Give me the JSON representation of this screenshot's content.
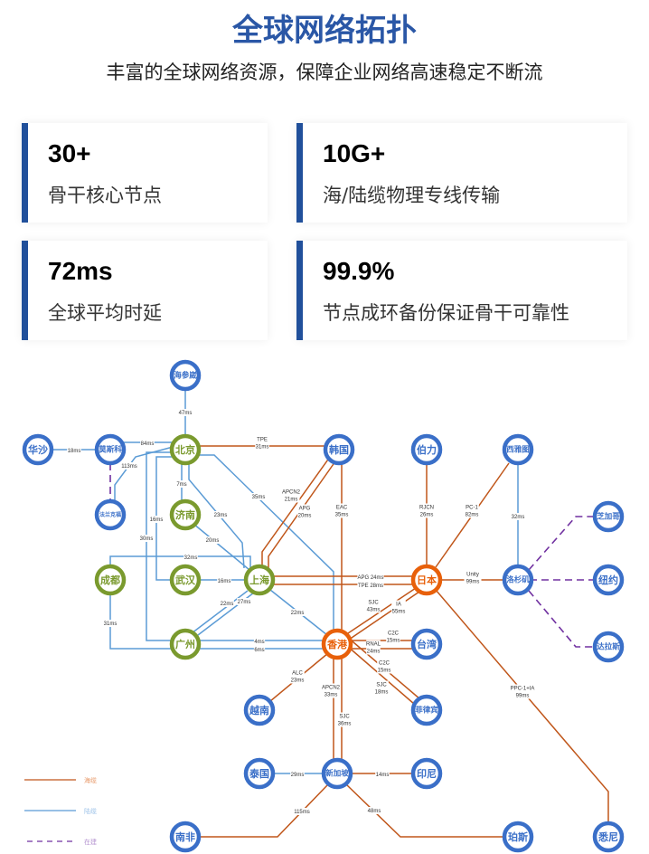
{
  "header": {
    "title": "全球网络拓扑",
    "subtitle": "丰富的全球网络资源，保障企业网络高速稳定不断流"
  },
  "stats": [
    {
      "value": "30+",
      "label": "骨干核心节点"
    },
    {
      "value": "10G+",
      "label": "海/陆缆物理专线传输"
    },
    {
      "value": "72ms",
      "label": "全球平均时延"
    },
    {
      "value": "99.9%",
      "label": "节点成环备份保证骨干可靠性"
    }
  ],
  "colors": {
    "accent": "#21509b",
    "sea": "#c0561a",
    "land": "#5b9bd5",
    "planned": "#7030a0",
    "node_core": "#7a9a2e",
    "node_hub": "#e8600a",
    "node_other": "#3a6fc8"
  },
  "legend": [
    {
      "type": "sea",
      "label": "海缆"
    },
    {
      "type": "land",
      "label": "陆缆"
    },
    {
      "type": "planned",
      "label": "在建"
    }
  ],
  "nodes": [
    {
      "id": "haishenwai",
      "name": "海参崴",
      "kind": "other"
    },
    {
      "id": "huasha",
      "name": "华沙",
      "kind": "other"
    },
    {
      "id": "mosike",
      "name": "莫斯科",
      "kind": "other"
    },
    {
      "id": "falankefu",
      "name": "法兰克福",
      "kind": "other"
    },
    {
      "id": "beijing",
      "name": "北京",
      "kind": "core"
    },
    {
      "id": "jinan",
      "name": "济南",
      "kind": "core"
    },
    {
      "id": "chengdu",
      "name": "成都",
      "kind": "core"
    },
    {
      "id": "wuhan",
      "name": "武汉",
      "kind": "core"
    },
    {
      "id": "shanghai",
      "name": "上海",
      "kind": "core"
    },
    {
      "id": "guangzhou",
      "name": "广州",
      "kind": "core"
    },
    {
      "id": "hanguo",
      "name": "韩国",
      "kind": "other"
    },
    {
      "id": "boli",
      "name": "伯力",
      "kind": "other"
    },
    {
      "id": "xiyatu",
      "name": "西雅图",
      "kind": "other"
    },
    {
      "id": "riben",
      "name": "日本",
      "kind": "hub"
    },
    {
      "id": "luoshanji",
      "name": "洛杉矶",
      "kind": "other"
    },
    {
      "id": "zhijiage",
      "name": "芝加哥",
      "kind": "other"
    },
    {
      "id": "niuyue",
      "name": "纽约",
      "kind": "other"
    },
    {
      "id": "dalasi",
      "name": "达拉斯",
      "kind": "other"
    },
    {
      "id": "xianggang",
      "name": "香港",
      "kind": "hub"
    },
    {
      "id": "taiwan",
      "name": "台湾",
      "kind": "other"
    },
    {
      "id": "yuenan",
      "name": "越南",
      "kind": "other"
    },
    {
      "id": "feilvbin",
      "name": "菲律宾",
      "kind": "other"
    },
    {
      "id": "taiguo",
      "name": "泰国",
      "kind": "other"
    },
    {
      "id": "xinjiapo",
      "name": "新加坡",
      "kind": "other"
    },
    {
      "id": "yinni",
      "name": "印尼",
      "kind": "other"
    },
    {
      "id": "nanfei",
      "name": "南非",
      "kind": "other"
    },
    {
      "id": "posi",
      "name": "珀斯",
      "kind": "other"
    },
    {
      "id": "xini",
      "name": "悉尼",
      "kind": "other"
    }
  ],
  "links": [
    {
      "from": "haishenwai",
      "to": "beijing",
      "type": "land",
      "label": [
        "47ms"
      ]
    },
    {
      "from": "huasha",
      "to": "mosike",
      "type": "land",
      "label": [
        "18ms"
      ]
    },
    {
      "from": "mosike",
      "to": "beijing",
      "type": "land",
      "label": [
        "84ms"
      ]
    },
    {
      "from": "falankefu",
      "to": "beijing",
      "type": "land",
      "label": [
        "113ms"
      ]
    },
    {
      "from": "mosike",
      "to": "falankefu",
      "type": "planned",
      "label": []
    },
    {
      "from": "beijing",
      "to": "hanguo",
      "type": "sea",
      "label": [
        "TPE",
        "31ms"
      ]
    },
    {
      "from": "beijing",
      "to": "jinan",
      "type": "land",
      "label": [
        "7ms"
      ]
    },
    {
      "from": "beijing",
      "to": "guangzhou",
      "type": "land",
      "label": [
        "30ms"
      ]
    },
    {
      "from": "beijing",
      "to": "wuhan",
      "type": "land",
      "label": [
        "16ms"
      ]
    },
    {
      "from": "beijing",
      "to": "shanghai",
      "type": "land",
      "label": [
        "23ms"
      ]
    },
    {
      "from": "beijing",
      "to": "xianggang",
      "type": "land",
      "label": [
        "35ms"
      ]
    },
    {
      "from": "jinan",
      "to": "shanghai",
      "type": "land",
      "label": [
        "20ms"
      ]
    },
    {
      "from": "chengdu",
      "to": "shanghai",
      "type": "land",
      "label": [
        "32ms"
      ]
    },
    {
      "from": "chengdu",
      "to": "guangzhou",
      "type": "land",
      "label": [
        "31ms"
      ]
    },
    {
      "from": "wuhan",
      "to": "shanghai",
      "type": "land",
      "label": [
        "16ms"
      ]
    },
    {
      "from": "guangzhou",
      "to": "shanghai",
      "type": "land",
      "label": [
        "22ms"
      ]
    },
    {
      "from": "guangzhou",
      "to": "shanghai",
      "type": "land",
      "label": [
        "27ms"
      ]
    },
    {
      "from": "guangzhou",
      "to": "xianggang",
      "type": "land",
      "label": [
        "4ms"
      ]
    },
    {
      "from": "guangzhou",
      "to": "xianggang",
      "type": "land",
      "label": [
        "6ms"
      ]
    },
    {
      "from": "shanghai",
      "to": "xianggang",
      "type": "land",
      "label": [
        "22ms"
      ]
    },
    {
      "from": "shanghai",
      "to": "hanguo",
      "type": "sea",
      "label": [
        "APCN2",
        "21ms"
      ]
    },
    {
      "from": "shanghai",
      "to": "hanguo",
      "type": "sea",
      "label": [
        "APG",
        "20ms"
      ]
    },
    {
      "from": "shanghai",
      "to": "riben",
      "type": "sea",
      "label": [
        "APG 24ms"
      ]
    },
    {
      "from": "shanghai",
      "to": "riben",
      "type": "sea",
      "label": [
        "TPE 28ms"
      ]
    },
    {
      "from": "hanguo",
      "to": "xianggang",
      "type": "sea",
      "label": [
        "EAC",
        "35ms"
      ]
    },
    {
      "from": "boli",
      "to": "riben",
      "type": "sea",
      "label": [
        "RJCN",
        "26ms"
      ]
    },
    {
      "from": "xiyatu",
      "to": "riben",
      "type": "sea",
      "label": [
        "PC-1",
        "82ms"
      ]
    },
    {
      "from": "xiyatu",
      "to": "luoshanji",
      "type": "land",
      "label": [
        "32ms"
      ]
    },
    {
      "from": "riben",
      "to": "luoshanji",
      "type": "sea",
      "label": [
        "Unity",
        "99ms"
      ]
    },
    {
      "from": "luoshanji",
      "to": "zhijiage",
      "type": "planned",
      "label": []
    },
    {
      "from": "luoshanji",
      "to": "niuyue",
      "type": "planned",
      "label": []
    },
    {
      "from": "luoshanji",
      "to": "dalasi",
      "type": "planned",
      "label": []
    },
    {
      "from": "riben",
      "to": "xianggang",
      "type": "sea",
      "label": [
        "SJC",
        "43ms"
      ]
    },
    {
      "from": "riben",
      "to": "xianggang",
      "type": "sea",
      "label": [
        "IA",
        "55ms"
      ]
    },
    {
      "from": "riben",
      "to": "xini",
      "type": "sea",
      "label": [
        "PPC-1+IA",
        "99ms"
      ]
    },
    {
      "from": "xianggang",
      "to": "taiwan",
      "type": "sea",
      "label": [
        "C2C",
        "15ms"
      ]
    },
    {
      "from": "xianggang",
      "to": "taiwan",
      "type": "sea",
      "label": [
        "RNAL",
        "24ms"
      ]
    },
    {
      "from": "xianggang",
      "to": "feilvbin",
      "type": "sea",
      "label": [
        "C2C",
        "15ms"
      ]
    },
    {
      "from": "xianggang",
      "to": "feilvbin",
      "type": "sea",
      "label": [
        "SJC",
        "18ms"
      ]
    },
    {
      "from": "xianggang",
      "to": "yuenan",
      "type": "sea",
      "label": [
        "ALC",
        "23ms"
      ]
    },
    {
      "from": "xianggang",
      "to": "xinjiapo",
      "type": "sea",
      "label": [
        "APCN2",
        "33ms"
      ]
    },
    {
      "from": "xianggang",
      "to": "xinjiapo",
      "type": "sea",
      "label": [
        "SJC",
        "36ms"
      ]
    },
    {
      "from": "taiguo",
      "to": "xinjiapo",
      "type": "land",
      "label": [
        "29ms"
      ]
    },
    {
      "from": "xinjiapo",
      "to": "yinni",
      "type": "sea",
      "label": [
        "14ms"
      ]
    },
    {
      "from": "xinjiapo",
      "to": "nanfei",
      "type": "sea",
      "label": [
        "115ms"
      ]
    },
    {
      "from": "xinjiapo",
      "to": "posi",
      "type": "sea",
      "label": [
        "48ms"
      ]
    }
  ]
}
